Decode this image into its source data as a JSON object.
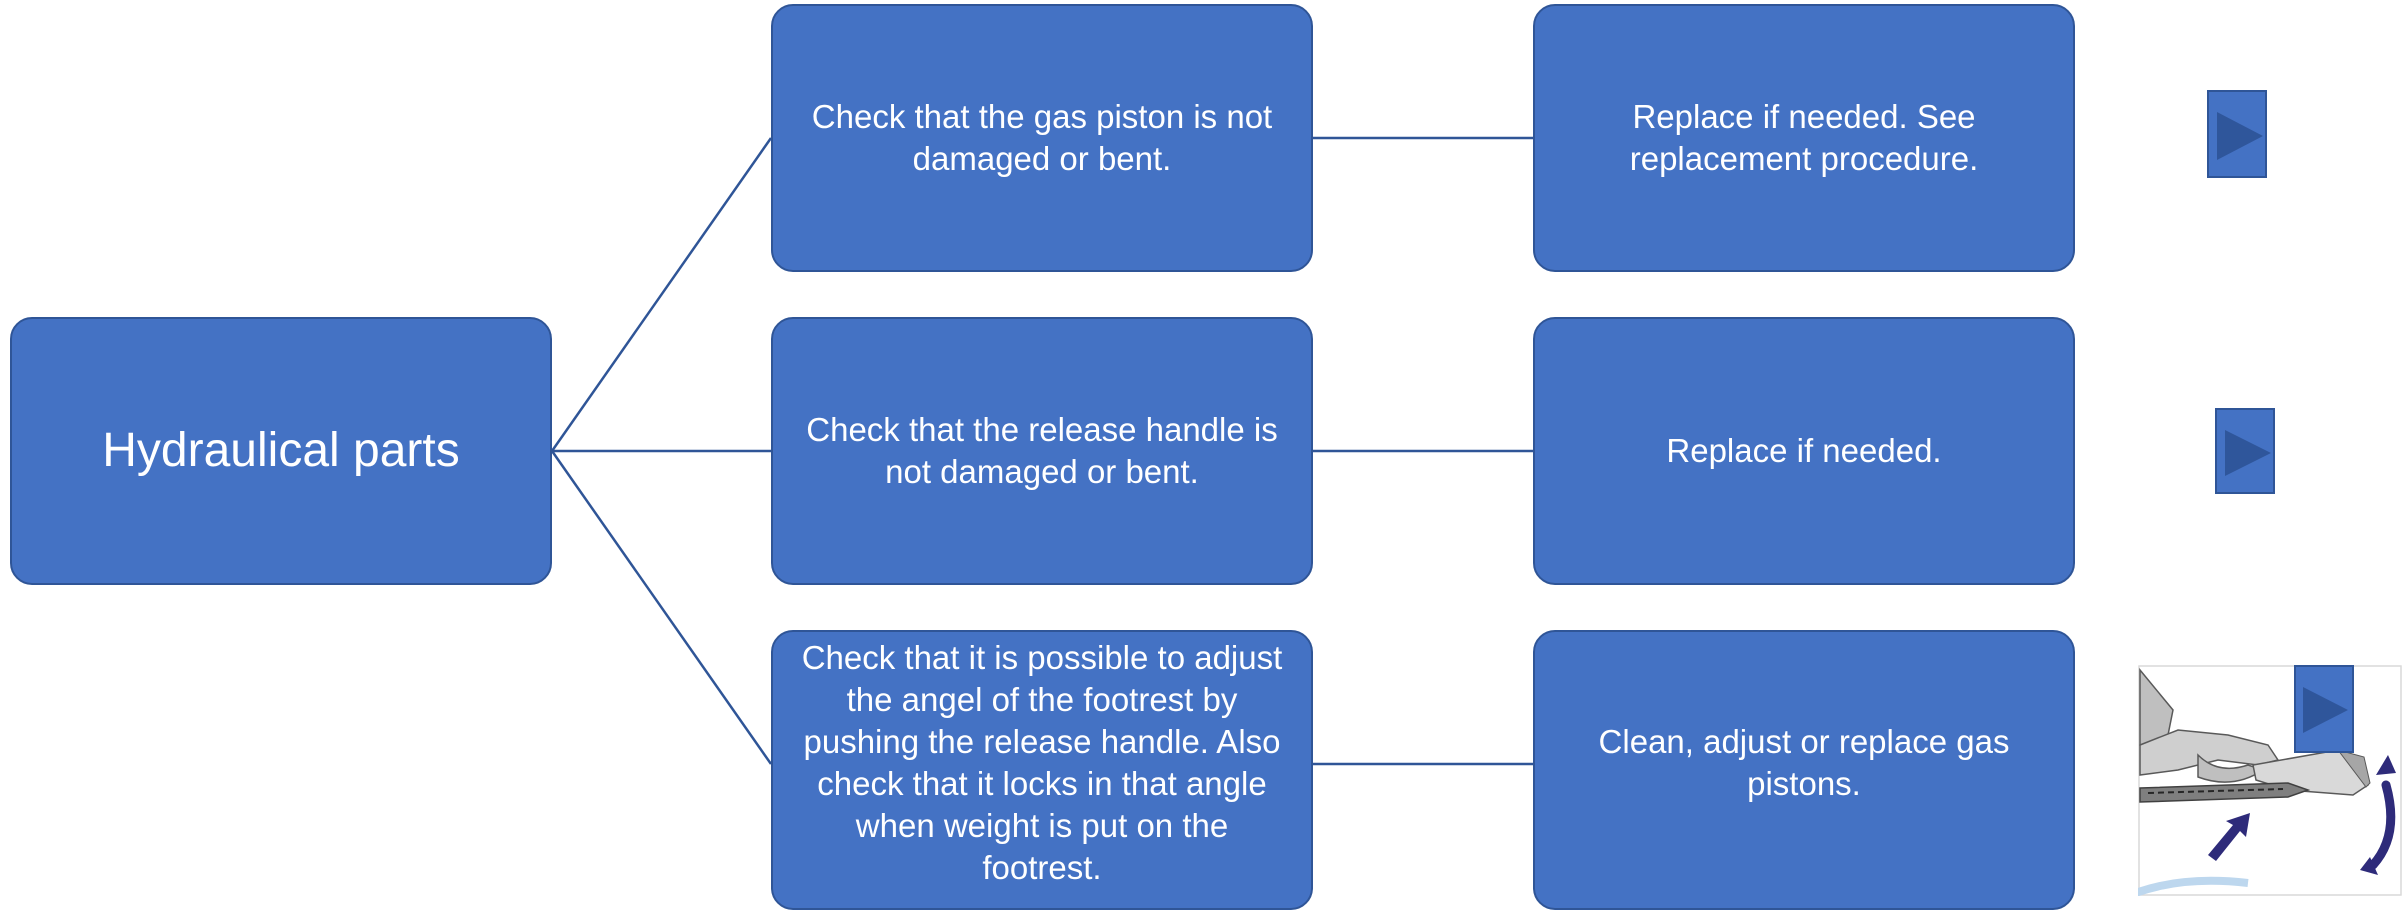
{
  "diagram": {
    "root": {
      "label": "Hydraulical parts"
    },
    "rows": [
      {
        "check": "Check that the gas piston is not\ndamaged or bent.",
        "action": "Replace if needed. See\nreplacement procedure."
      },
      {
        "check": "Check that the release handle is\nnot damaged or bent.",
        "action": "Replace if needed."
      },
      {
        "check": "Check that it is possible to adjust\nthe angel of the footrest by\npushing the release handle. Also\ncheck that it locks in that angle\nwhen weight is put on the\nfootrest.",
        "action": "Clean, adjust or replace gas\npistons."
      }
    ]
  },
  "colors": {
    "box_fill": "#4472c4",
    "box_border": "#2f5597",
    "connector": "#2f5597",
    "text": "#ffffff"
  },
  "icons": [
    "play-button-icon",
    "footrest-illustration"
  ]
}
